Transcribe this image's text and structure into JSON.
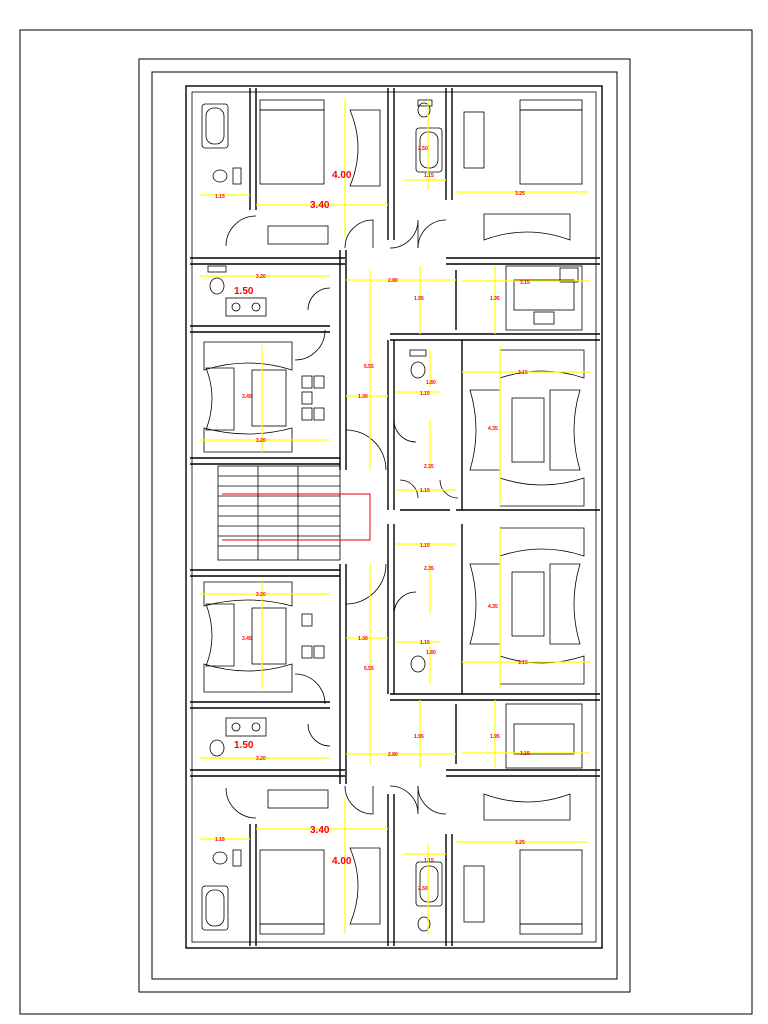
{
  "colors": {
    "wall": "#000000",
    "dimension_line": "#ffff00",
    "dimension_text": "#ff0000",
    "background": "#ffffff"
  },
  "dims": {
    "top": {
      "bed_left_h": "4.00",
      "bed_left_w": "3.40",
      "bath_left_w": "1.15",
      "bath_right_a": "2.50",
      "bath_right_b": "1.15",
      "bed_right_w": "3.25",
      "wc_w": "3.20",
      "wc_h": "1.50",
      "corr_w": "2.80",
      "stair_h1": "1.95",
      "stair_h2": "1.95",
      "kitchen_w": "3.15",
      "living_left_h": "3.45",
      "living_left_w": "3.20",
      "corridor_len": "5.55",
      "corr_small": "1.30",
      "wc2_w": "1.80",
      "wc2_h": "1.15",
      "living_right_w": "3.15",
      "living_right_h": "4.35",
      "lobby_h": "2.35",
      "lobby_w": "1.15"
    },
    "bottom": {
      "bed_left_h": "4.00",
      "bed_left_w": "3.40",
      "bath_left_w": "1.15",
      "bath_right_a": "2.50",
      "bath_right_b": "1.15",
      "bed_right_w": "3.25",
      "wc_w": "3.20",
      "wc_h": "1.50",
      "corr_w": "2.80",
      "stair_h1": "1.95",
      "stair_h2": "1.95",
      "kitchen_w": "3.15",
      "living_left_h": "3.45",
      "living_left_w": "3.20",
      "corridor_len": "5.55",
      "corr_small": "1.30",
      "wc2_w": "1.80",
      "wc2_h": "1.15",
      "living_right_w": "3.15",
      "living_right_h": "4.35",
      "lobby_h": "2.35",
      "lobby_w": "1.15"
    }
  }
}
